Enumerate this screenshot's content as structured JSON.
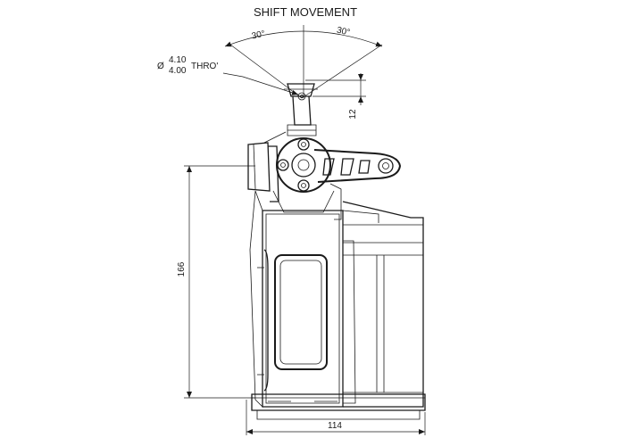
{
  "diagram": {
    "title": "SHIFT MOVEMENT",
    "angle_left": "30°",
    "angle_right": "30°",
    "hole_symbol": "Ø",
    "hole_upper": "4.10",
    "hole_lower": "4.00",
    "hole_note": "THRO'",
    "dim_vertical": "12",
    "dim_height": "166",
    "dim_width": "114"
  }
}
